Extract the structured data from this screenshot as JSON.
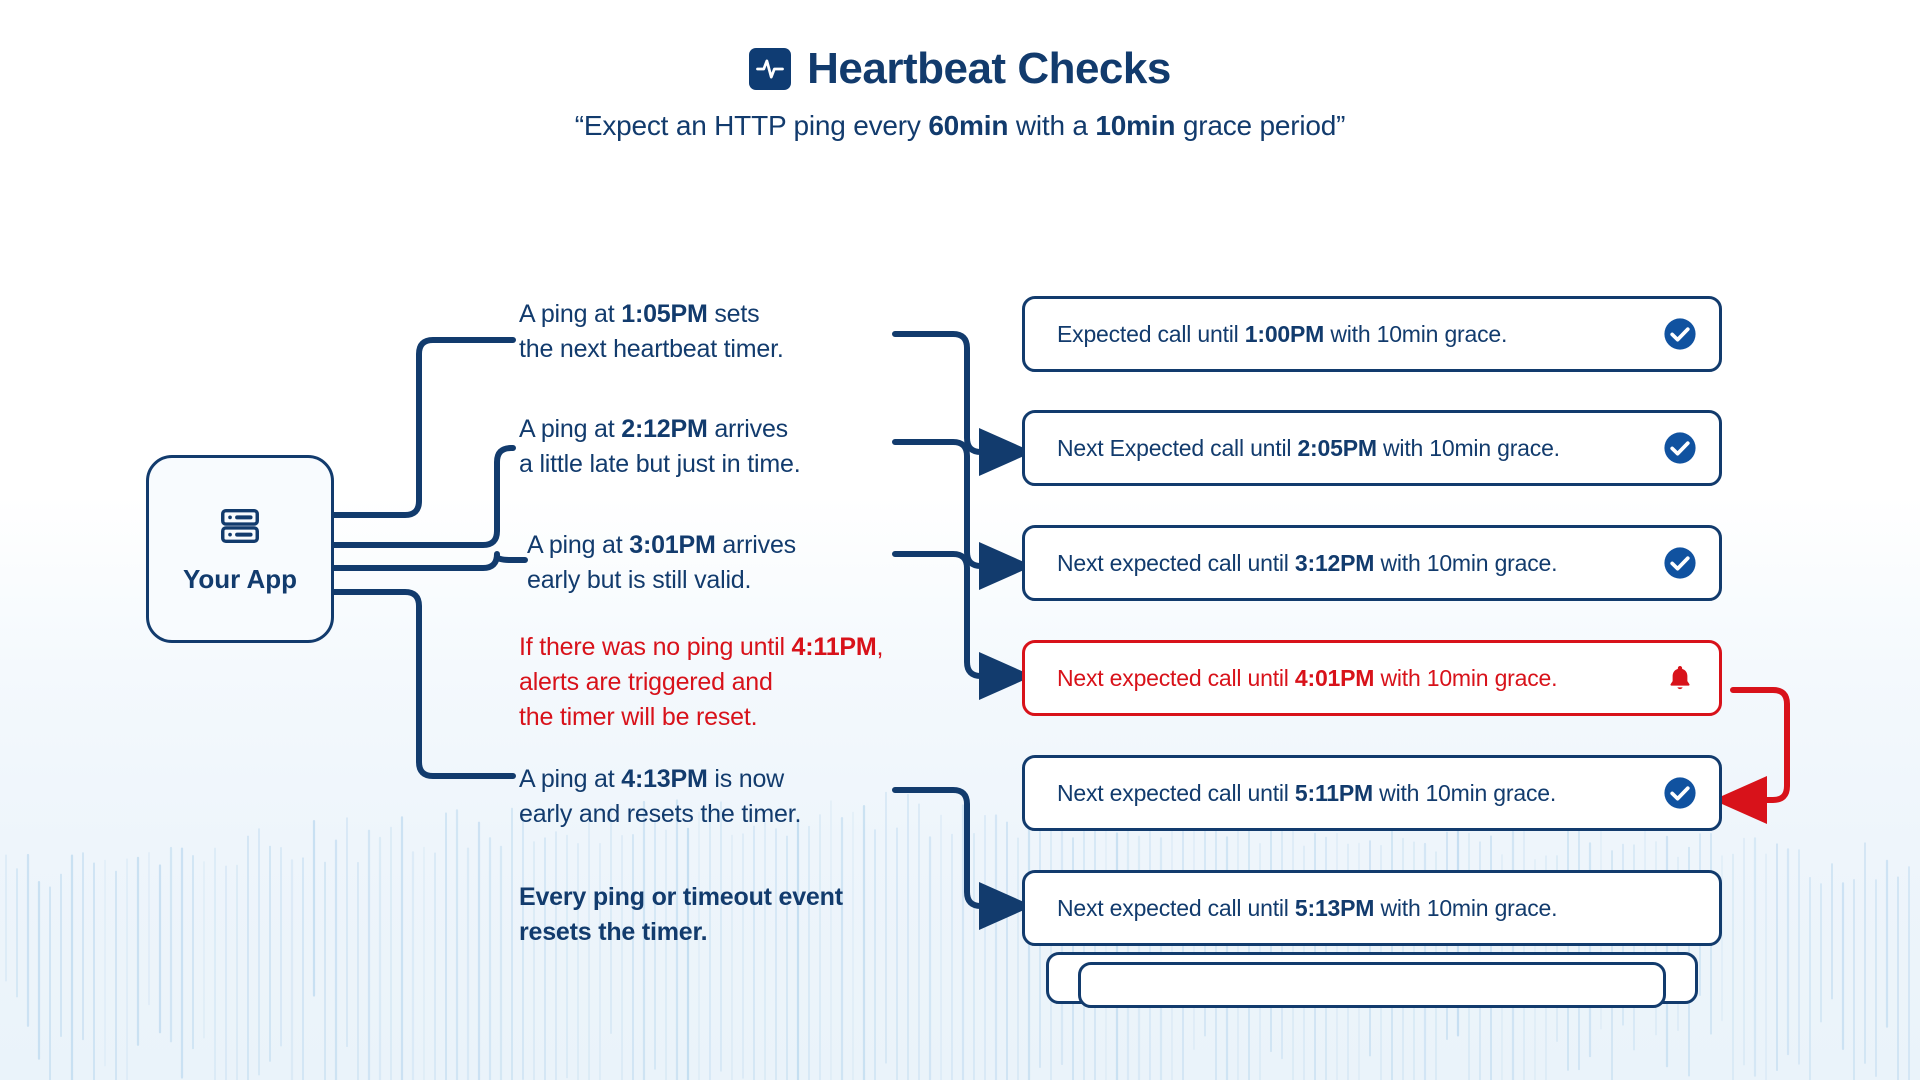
{
  "header": {
    "icon": "heartbeat-pulse-icon",
    "title": "Heartbeat Checks",
    "subtitle_parts": [
      {
        "text": "“Expect an HTTP ping every ",
        "bold": false
      },
      {
        "text": "60min",
        "bold": true
      },
      {
        "text": " with a ",
        "bold": false
      },
      {
        "text": "10min",
        "bold": true
      },
      {
        "text": " grace period”",
        "bold": false
      }
    ],
    "subtitle_plain": "“Expect an HTTP ping every 60min with a 10min grace period”"
  },
  "source_node": {
    "label": "Your App",
    "icon": "server-rack-icon"
  },
  "steps": [
    {
      "id": "step-1",
      "tone": "normal",
      "lines": [
        [
          {
            "text": "A ping at ",
            "bold": false
          },
          {
            "text": "1:05PM",
            "bold": true
          },
          {
            "text": " sets",
            "bold": false
          }
        ],
        [
          {
            "text": "the next heartbeat timer.",
            "bold": false
          }
        ]
      ],
      "plain": "A ping at 1:05PM sets the next heartbeat timer."
    },
    {
      "id": "step-2",
      "tone": "normal",
      "lines": [
        [
          {
            "text": "A ping at ",
            "bold": false
          },
          {
            "text": "2:12PM",
            "bold": true
          },
          {
            "text": " arrives",
            "bold": false
          }
        ],
        [
          {
            "text": "a little late but just in time.",
            "bold": false
          }
        ]
      ],
      "plain": "A ping at 2:12PM arrives a little late but just in time."
    },
    {
      "id": "step-3",
      "tone": "normal",
      "lines": [
        [
          {
            "text": "A ping at ",
            "bold": false
          },
          {
            "text": "3:01PM",
            "bold": true
          },
          {
            "text": " arrives",
            "bold": false
          }
        ],
        [
          {
            "text": "early but is still valid.",
            "bold": false
          }
        ]
      ],
      "plain": "A ping at 3:01PM arrives early but is still valid."
    },
    {
      "id": "step-4",
      "tone": "alert",
      "lines": [
        [
          {
            "text": "If there was no ping until ",
            "bold": false
          },
          {
            "text": "4:11PM",
            "bold": true
          },
          {
            "text": ",",
            "bold": false
          }
        ],
        [
          {
            "text": "alerts are triggered and",
            "bold": false
          }
        ],
        [
          {
            "text": "the timer will be reset.",
            "bold": false
          }
        ]
      ],
      "plain": "If there was no ping until 4:11PM, alerts are triggered and the timer will be reset."
    },
    {
      "id": "step-5",
      "tone": "normal",
      "lines": [
        [
          {
            "text": "A ping at ",
            "bold": false
          },
          {
            "text": "4:13PM",
            "bold": true
          },
          {
            "text": " is now",
            "bold": false
          }
        ],
        [
          {
            "text": "early and resets the timer.",
            "bold": false
          }
        ]
      ],
      "plain": "A ping at 4:13PM is now early and resets the timer."
    },
    {
      "id": "step-6",
      "tone": "summary",
      "lines": [
        [
          {
            "text": "Every ping or timeout event",
            "bold": true
          }
        ],
        [
          {
            "text": "resets the timer.",
            "bold": true
          }
        ]
      ],
      "plain": "Every ping or timeout event resets the timer."
    }
  ],
  "cards": [
    {
      "id": "card-1",
      "tone": "ok",
      "badge": "check-circle-icon",
      "parts": [
        {
          "text": "Expected call until ",
          "bold": false
        },
        {
          "text": "1:00PM",
          "bold": true
        },
        {
          "text": " with 10min grace.",
          "bold": false
        }
      ],
      "plain": "Expected call until 1:00PM with 10min grace.",
      "time": "1:00PM",
      "grace": "10min"
    },
    {
      "id": "card-2",
      "tone": "ok",
      "badge": "check-circle-icon",
      "parts": [
        {
          "text": "Next Expected call until ",
          "bold": false
        },
        {
          "text": "2:05PM",
          "bold": true
        },
        {
          "text": " with 10min grace.",
          "bold": false
        }
      ],
      "plain": "Next Expected call until 2:05PM with 10min grace.",
      "time": "2:05PM",
      "grace": "10min"
    },
    {
      "id": "card-3",
      "tone": "ok",
      "badge": "check-circle-icon",
      "parts": [
        {
          "text": "Next expected call until ",
          "bold": false
        },
        {
          "text": "3:12PM",
          "bold": true
        },
        {
          "text": " with 10min grace.",
          "bold": false
        }
      ],
      "plain": "Next expected call until 3:12PM with 10min grace.",
      "time": "3:12PM",
      "grace": "10min"
    },
    {
      "id": "card-4",
      "tone": "danger",
      "badge": "bell-alert-icon",
      "parts": [
        {
          "text": "Next expected call until ",
          "bold": false
        },
        {
          "text": "4:01PM",
          "bold": true
        },
        {
          "text": " with 10min grace.",
          "bold": false
        }
      ],
      "plain": "Next expected call until 4:01PM with 10min grace.",
      "time": "4:01PM",
      "grace": "10min"
    },
    {
      "id": "card-5",
      "tone": "ok",
      "badge": "check-circle-icon",
      "parts": [
        {
          "text": "Next expected call until ",
          "bold": false
        },
        {
          "text": "5:11PM",
          "bold": true
        },
        {
          "text": " with 10min grace.",
          "bold": false
        }
      ],
      "plain": "Next expected call until 5:11PM with 10min grace.",
      "time": "5:11PM",
      "grace": "10min"
    },
    {
      "id": "card-6",
      "tone": "ok",
      "badge": "none",
      "parts": [
        {
          "text": "Next expected call until ",
          "bold": false
        },
        {
          "text": "5:13PM",
          "bold": true
        },
        {
          "text": " with 10min grace.",
          "bold": false
        }
      ],
      "plain": "Next expected call until 5:13PM with 10min grace.",
      "time": "5:13PM",
      "grace": "10min"
    }
  ],
  "colors": {
    "brand_blue": "#123b6d",
    "alert_red": "#d8121a",
    "card_bg": "#ffffff",
    "node_bg": "#f8fbfe",
    "page_bg": "#ffffff",
    "wash_bg": "#eaf3fa",
    "bar_line": "#bcd9ef"
  }
}
